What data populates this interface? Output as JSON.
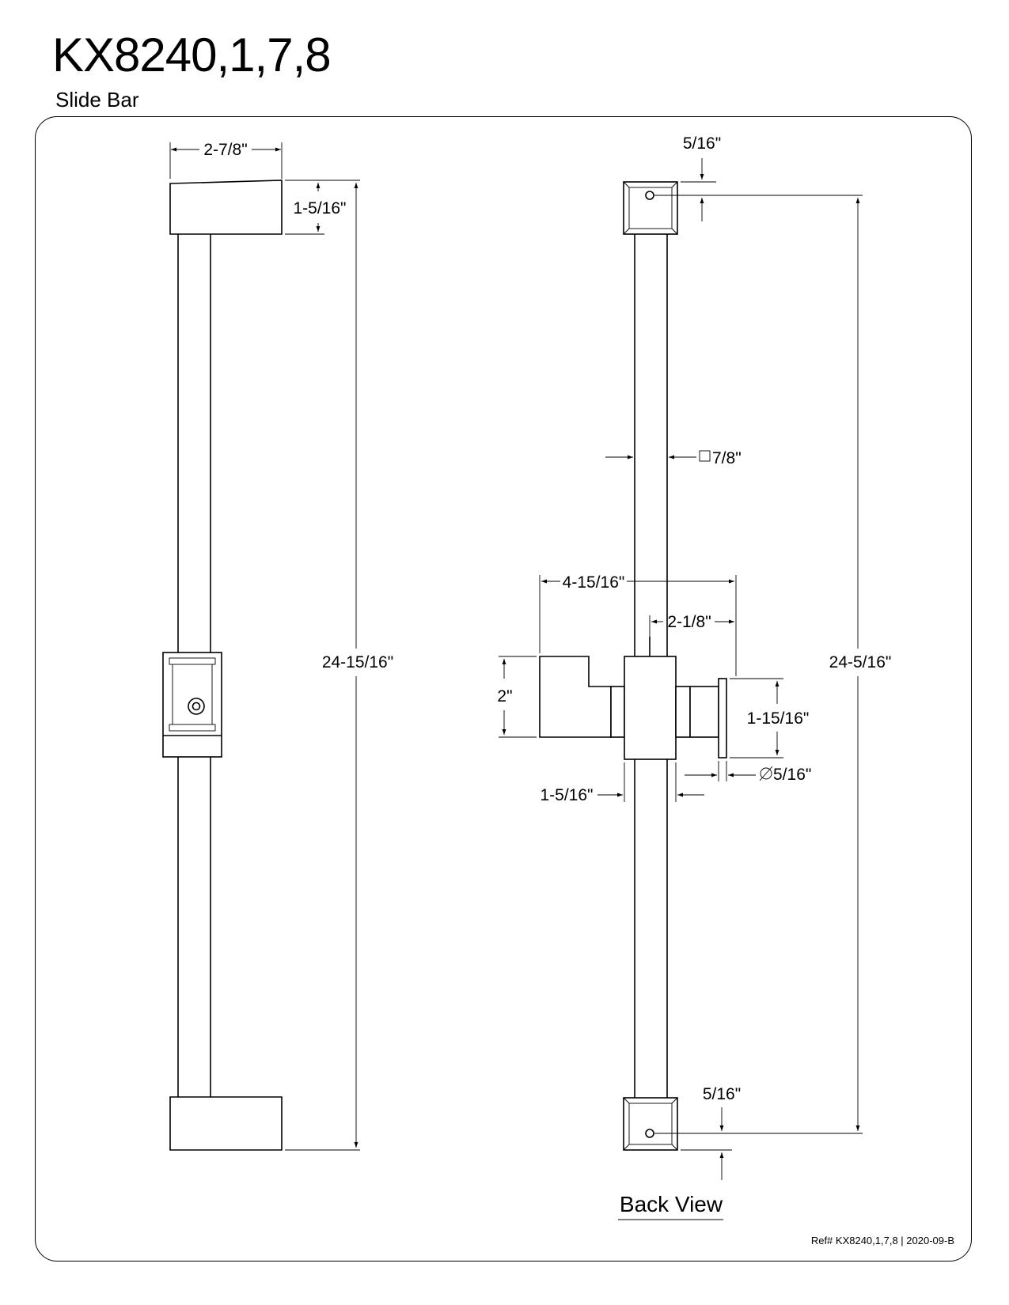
{
  "header": {
    "title": "KX8240,1,7,8",
    "subtitle": "Slide Bar"
  },
  "front_view": {
    "dim_width": "2-7/8\"",
    "dim_bracket_height": "1-5/16\"",
    "dim_overall_height": "24-15/16\""
  },
  "back_view": {
    "label": "Back View",
    "dim_top_hole": "5/16\"",
    "dim_bottom_hole": "5/16\"",
    "dim_bar_square": "7/8\"",
    "dim_holder_width": "4-15/16\"",
    "dim_slider_offset": "2-1/8\"",
    "dim_holder_height": "2\"",
    "dim_cup_height": "1-15/16\"",
    "dim_cup_diameter": "5/16\"",
    "dim_slider_width": "1-5/16\"",
    "dim_hole_spacing": "24-5/16\""
  },
  "footer": {
    "ref": "Ref# KX8240,1,7,8 | 2020-09-B"
  }
}
